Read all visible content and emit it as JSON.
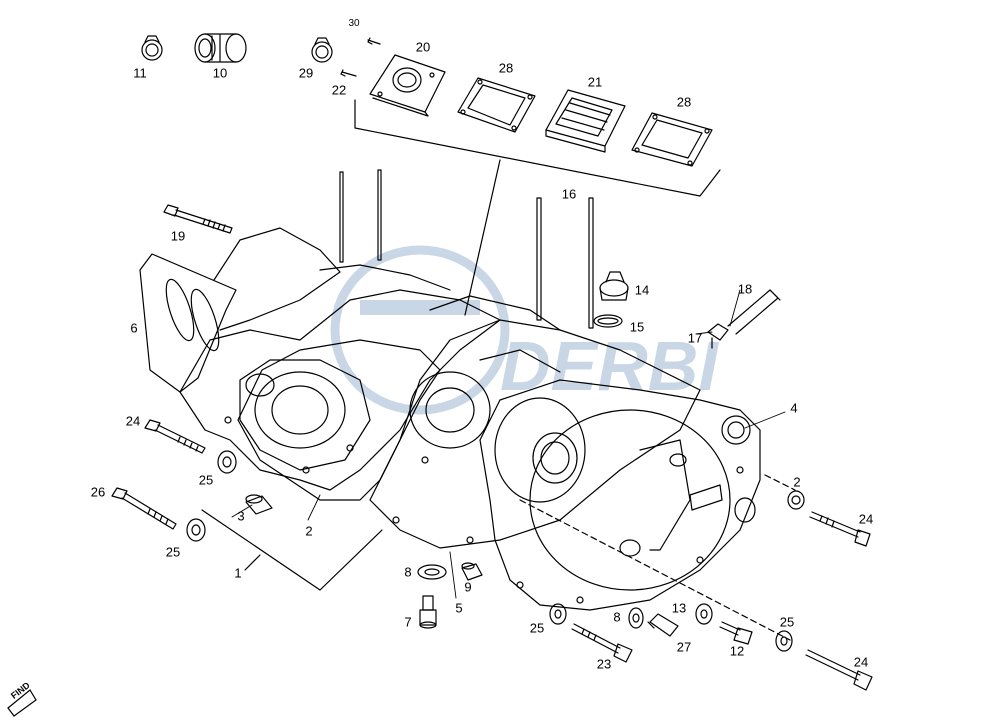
{
  "watermark": {
    "text": "DERBI",
    "color": "#9db6d2"
  },
  "logo": {
    "text": "FIND"
  },
  "callouts": [
    {
      "id": "p30",
      "text": "30"
    },
    {
      "id": "p20",
      "text": "20"
    },
    {
      "id": "p11",
      "text": "11"
    },
    {
      "id": "p10",
      "text": "10"
    },
    {
      "id": "p29",
      "text": "29"
    },
    {
      "id": "p22",
      "text": "22"
    },
    {
      "id": "p28a",
      "text": "28"
    },
    {
      "id": "p21",
      "text": "21"
    },
    {
      "id": "p28b",
      "text": "28"
    },
    {
      "id": "p16",
      "text": "16"
    },
    {
      "id": "p19",
      "text": "19"
    },
    {
      "id": "p14",
      "text": "14"
    },
    {
      "id": "p15",
      "text": "15"
    },
    {
      "id": "p18",
      "text": "18"
    },
    {
      "id": "p17",
      "text": "17"
    },
    {
      "id": "p6",
      "text": "6"
    },
    {
      "id": "p4",
      "text": "4"
    },
    {
      "id": "p24a",
      "text": "24"
    },
    {
      "id": "p25a",
      "text": "25"
    },
    {
      "id": "p26",
      "text": "26"
    },
    {
      "id": "p3",
      "text": "3"
    },
    {
      "id": "p2a",
      "text": "2"
    },
    {
      "id": "p25b",
      "text": "25"
    },
    {
      "id": "p1",
      "text": "1"
    },
    {
      "id": "p2b",
      "text": "2"
    },
    {
      "id": "p24b",
      "text": "24"
    },
    {
      "id": "p8a",
      "text": "8"
    },
    {
      "id": "p9",
      "text": "9"
    },
    {
      "id": "p5",
      "text": "5"
    },
    {
      "id": "p7",
      "text": "7"
    },
    {
      "id": "p25c",
      "text": "25"
    },
    {
      "id": "p8b",
      "text": "8"
    },
    {
      "id": "p13",
      "text": "13"
    },
    {
      "id": "p25d",
      "text": "25"
    },
    {
      "id": "p27",
      "text": "27"
    },
    {
      "id": "p12",
      "text": "12"
    },
    {
      "id": "p23",
      "text": "23"
    },
    {
      "id": "p24c",
      "text": "24"
    }
  ]
}
